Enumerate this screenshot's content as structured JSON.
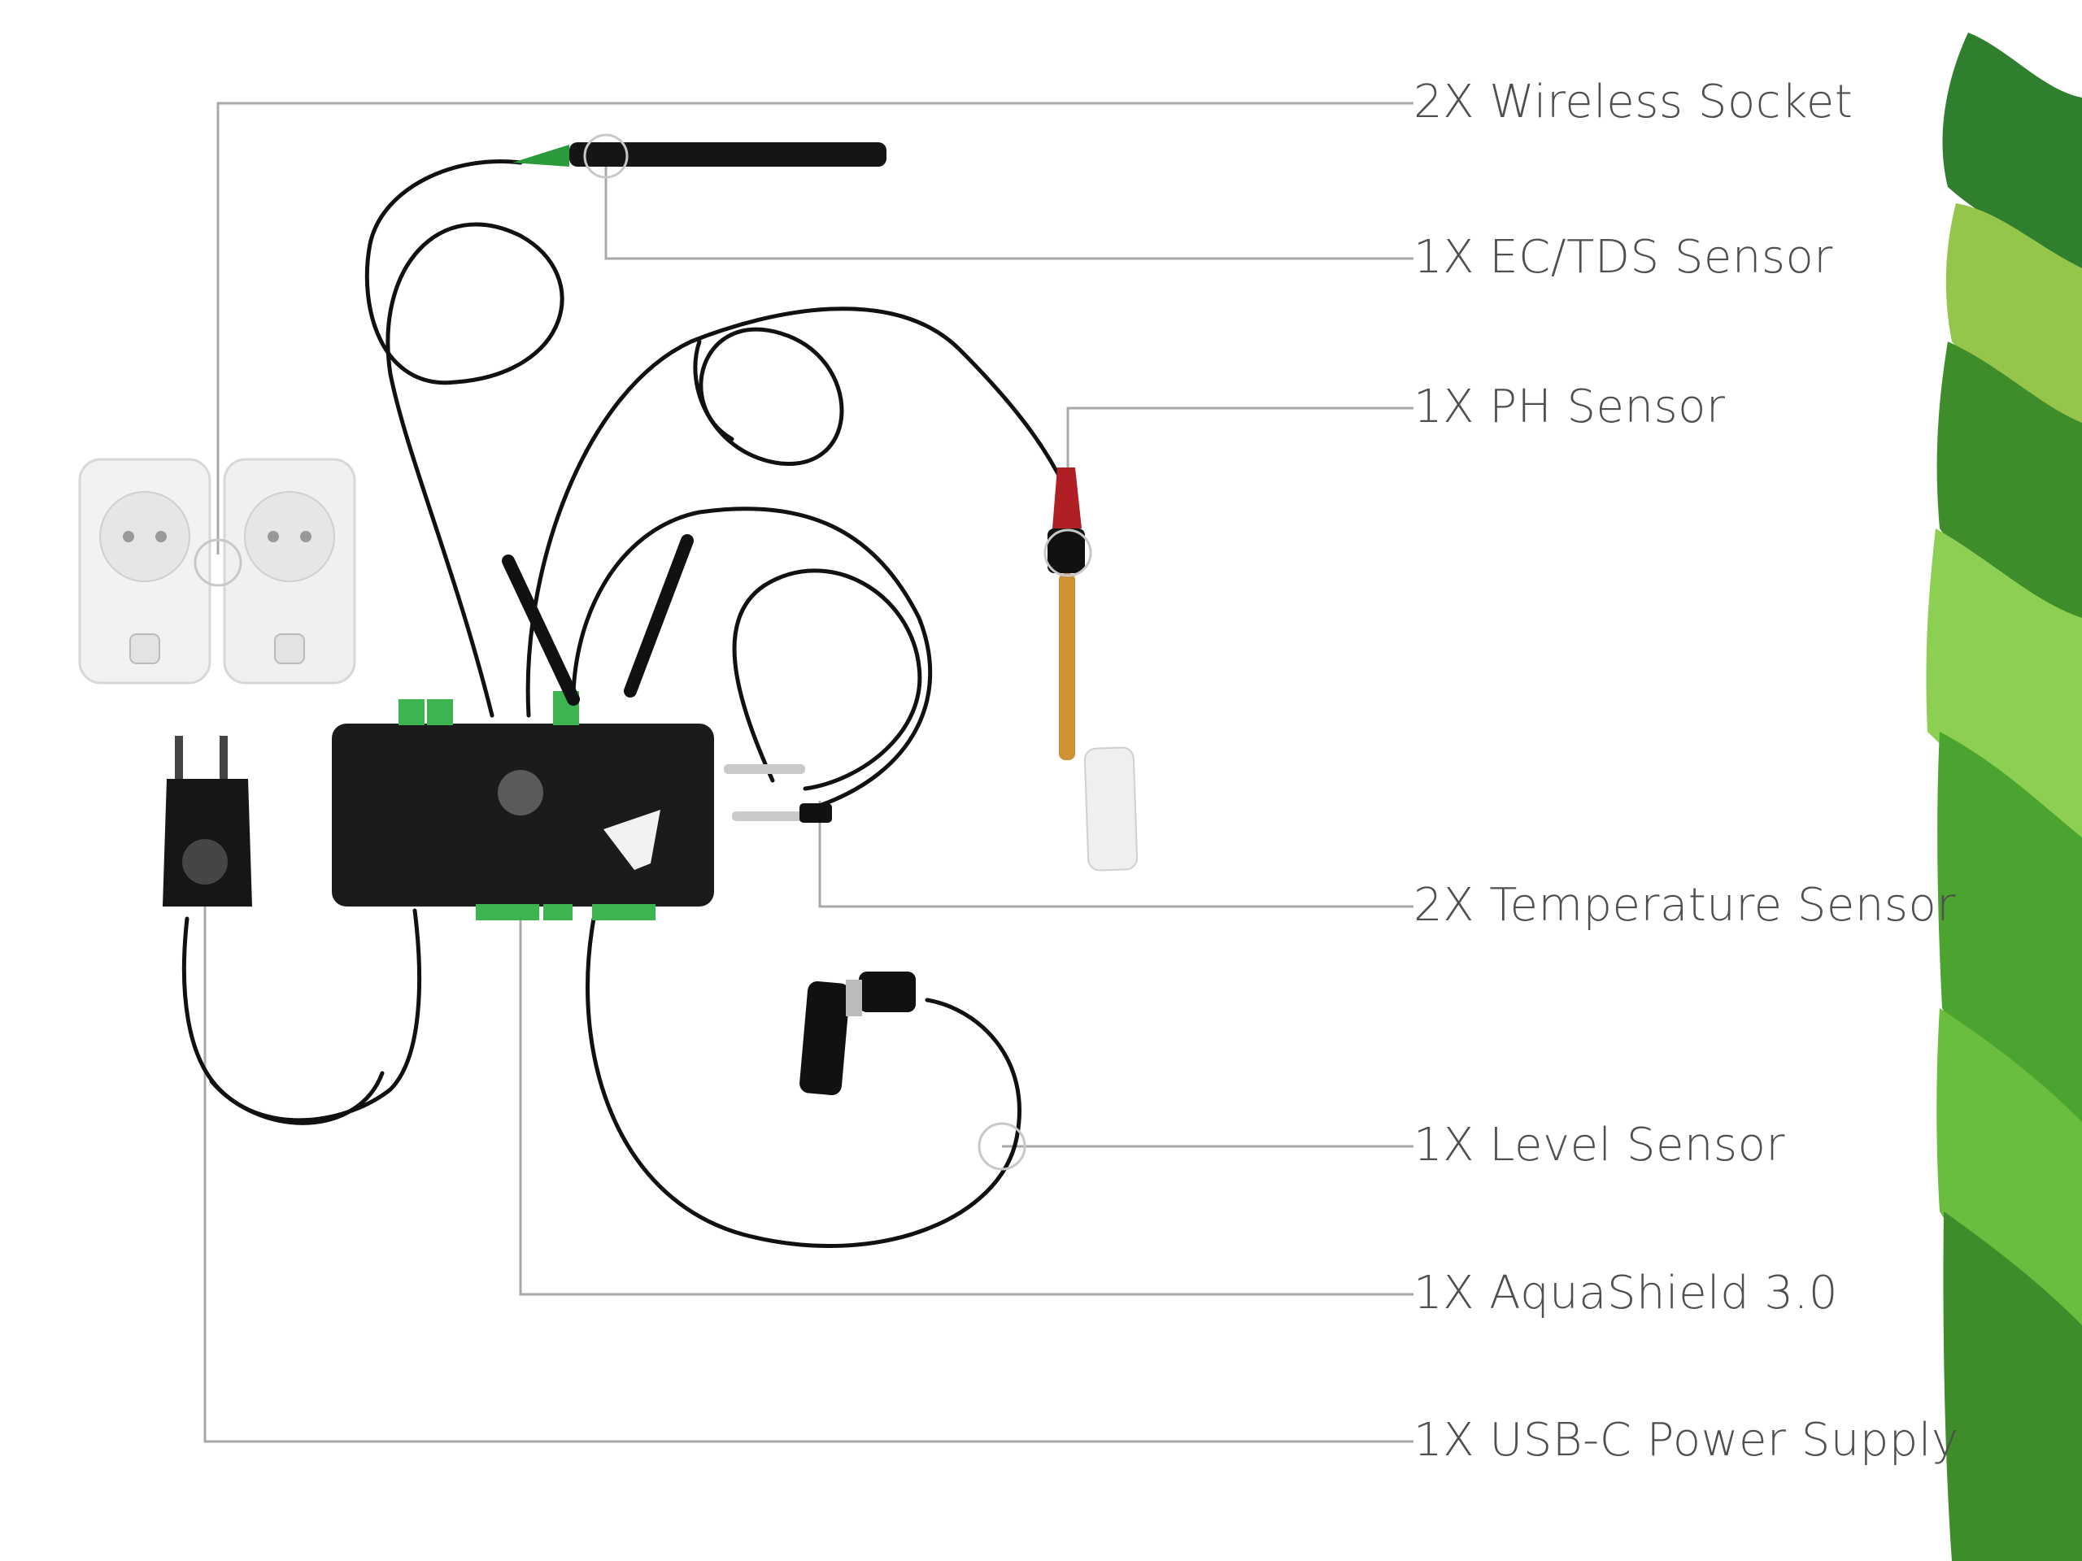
{
  "components": [
    {
      "id": "wireless-socket",
      "label": "2X Wireless Socket"
    },
    {
      "id": "ec-tds-sensor",
      "label": "1X EC/TDS Sensor"
    },
    {
      "id": "ph-sensor",
      "label": "1X PH Sensor"
    },
    {
      "id": "temperature-sensor",
      "label": "2X Temperature Sensor"
    },
    {
      "id": "level-sensor",
      "label": "1X Level Sensor"
    },
    {
      "id": "aquashield",
      "label": "1X AquaShield 3.0"
    },
    {
      "id": "power-supply",
      "label": "1X USB-C Power Supply"
    }
  ],
  "colors": {
    "leader_line": "#a9a9a9",
    "label_text": "#4f4f4f",
    "cable": "#111111",
    "device_body": "#1b1b1b",
    "terminal_green": "#3cb450",
    "socket_white": "#f2f2f2",
    "lettuce_light": "#9ccc4a",
    "lettuce_dark": "#3f8c2a"
  },
  "icons": [
    "wireless-socket-icon",
    "ec-probe-icon",
    "ph-probe-icon",
    "temperature-probe-icon",
    "float-switch-icon",
    "controller-box-icon",
    "power-adapter-icon",
    "lettuce-icon"
  ]
}
